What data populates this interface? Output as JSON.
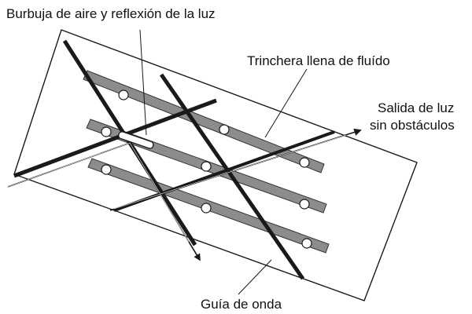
{
  "labels": {
    "bubble": "Burbuja de aire y reflexión de la luz",
    "trench": "Trinchera llena de fluído",
    "output_line1": "Salida de luz",
    "output_line2": "sin obstáculos",
    "waveguide": "Guía de onda"
  },
  "colors": {
    "lines": "#1a1a1a",
    "trench_fill": "#8c8c8c",
    "bubble_fill": "#ffffff",
    "background": "#ffffff"
  }
}
